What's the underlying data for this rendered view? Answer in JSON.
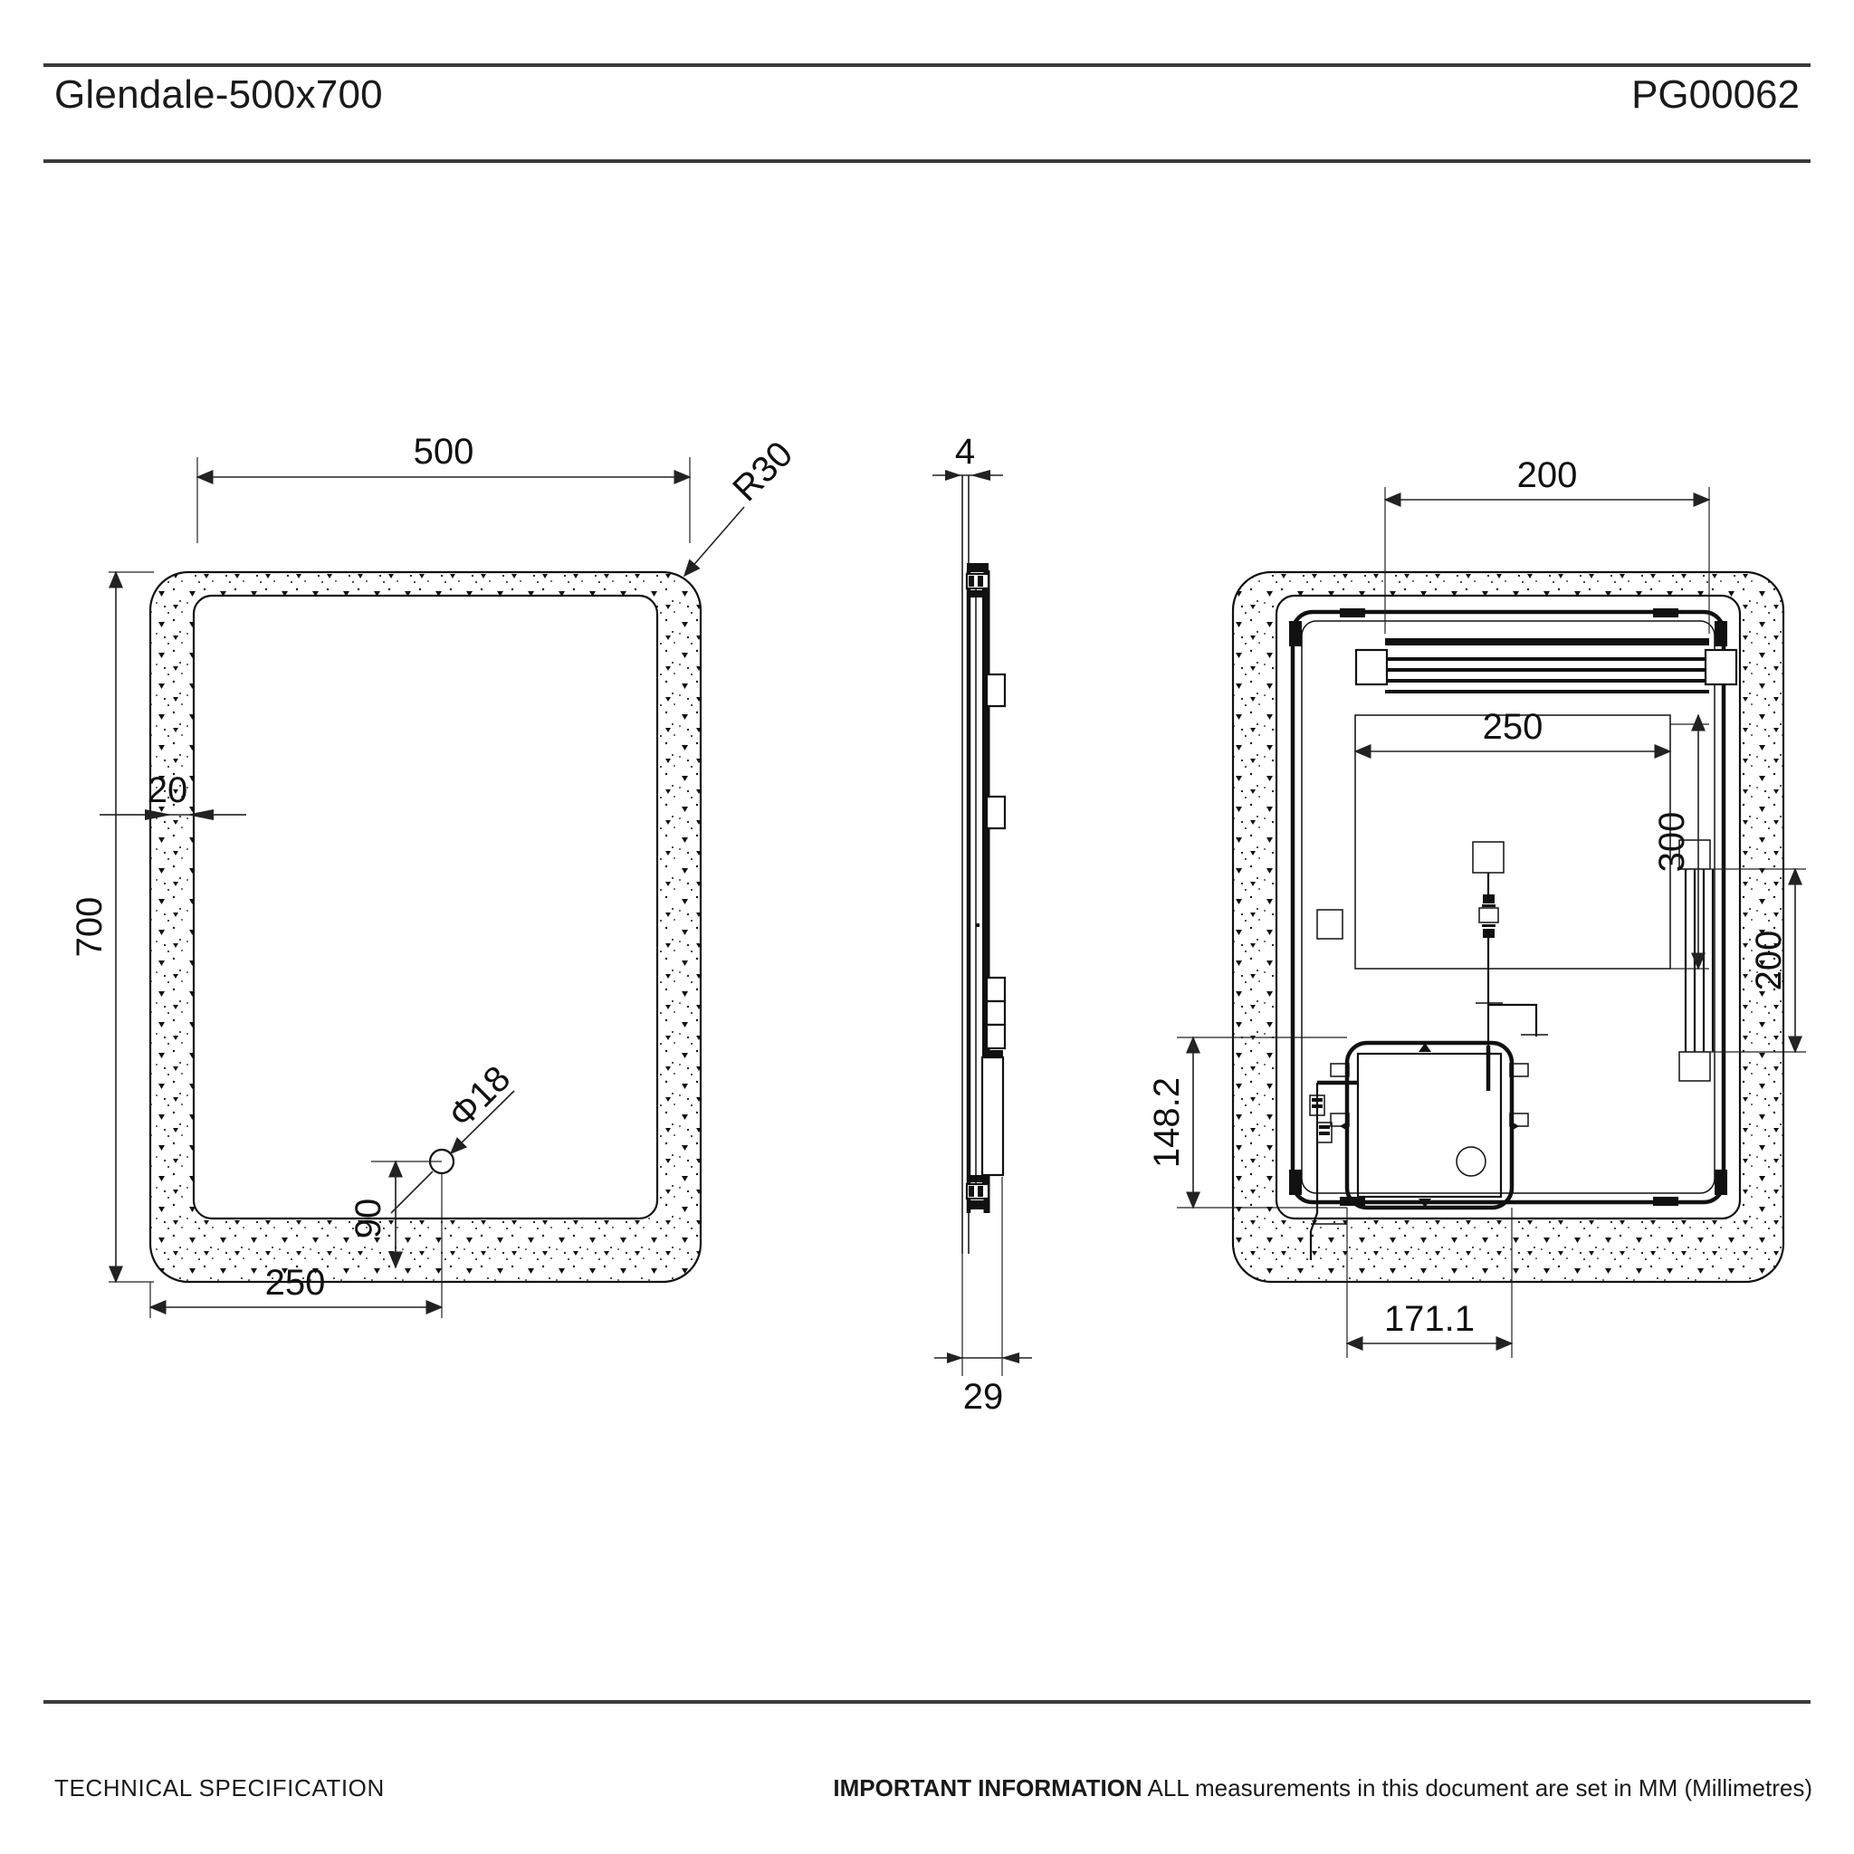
{
  "header": {
    "title": "Glendale-500x700",
    "product_code": "PG00062"
  },
  "footer": {
    "left_label": "TECHNICAL SPECIFICATION",
    "right_strong": "IMPORTANT INFORMATION",
    "right_text": " ALL measurements in this document are set in MM (Millimetres)"
  },
  "drawing": {
    "units": "MM (Millimetres)",
    "front_view": {
      "name": "front-elevation",
      "dimensions": {
        "width": "500",
        "height": "700",
        "border_inset": "20",
        "corner_radius": "R30",
        "hole_diameter": "Φ18",
        "hole_offset_x": "250",
        "hole_offset_y": "90"
      }
    },
    "side_view": {
      "name": "side-section",
      "dimensions": {
        "glass_thickness": "4",
        "total_depth": "29"
      }
    },
    "back_view": {
      "name": "rear-elevation",
      "dimensions": {
        "top_bracket_width": "200",
        "panel_width": "250",
        "panel_height": "300",
        "right_component_height": "200",
        "junction_box_offset_y": "148.2",
        "junction_box_offset_x": "171.1"
      }
    }
  },
  "colors": {
    "line": "#111111",
    "rule": "#3a3a3a",
    "background": "#ffffff"
  }
}
